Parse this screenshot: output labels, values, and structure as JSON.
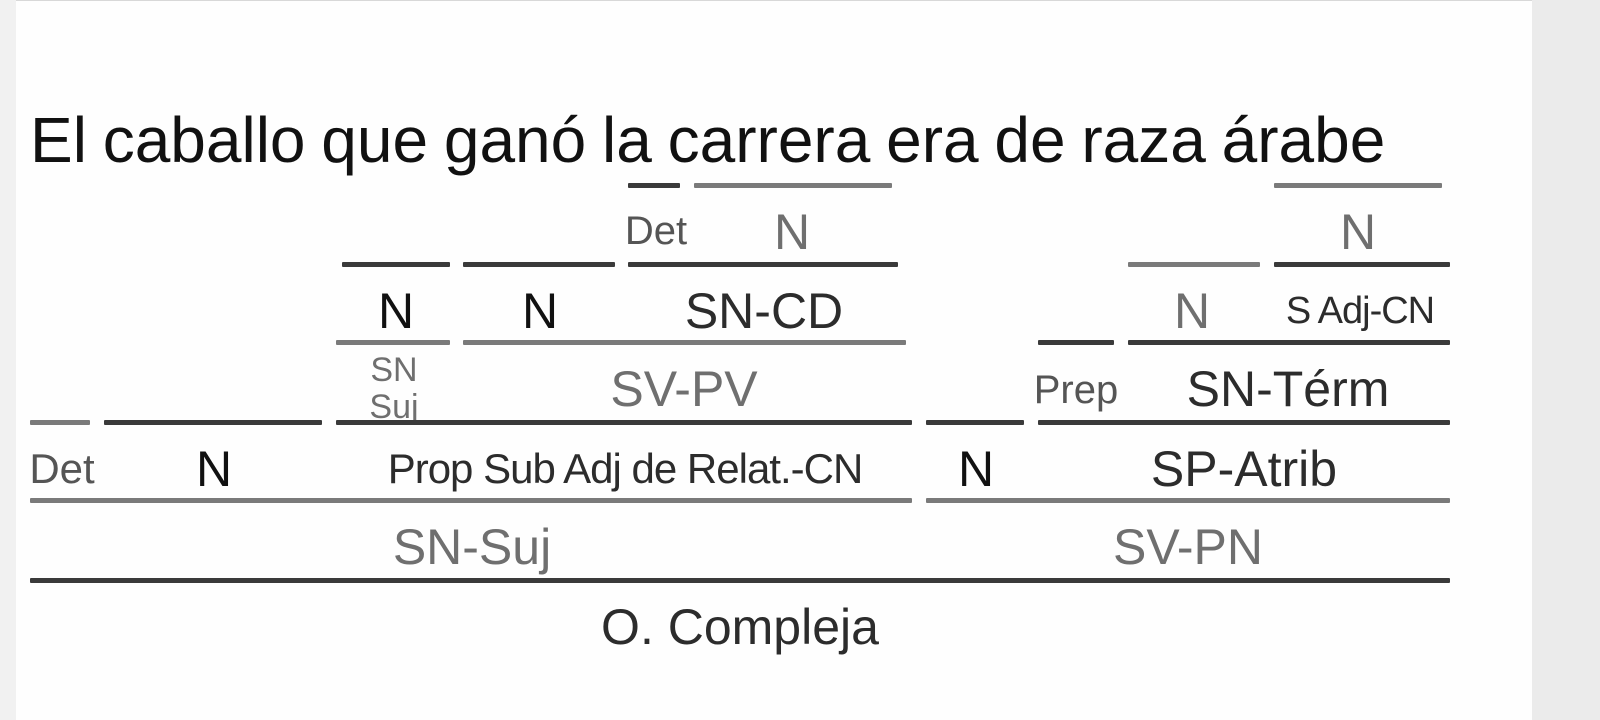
{
  "sentence": "El caballo que ganó la carrera era de raza árabe",
  "labels": {
    "det_la": "Det",
    "n_carrera": "N",
    "n_arabe": "N",
    "n_caballo_rel": "N",
    "n_gano": "N",
    "sn_cd": "SN-CD",
    "n_raza": "N",
    "s_adj_cn": "S Adj-CN",
    "sn_suj_inner_1": "SN",
    "sn_suj_inner_2": "Suj",
    "sv_pv": "SV-PV",
    "prep": "Prep",
    "sn_term": "SN-Térm",
    "det_el": "Det",
    "n_caballo": "N",
    "prop_sub": "Prop Sub Adj de Relat.-CN",
    "n_era": "N",
    "sp_atrib": "SP-Atrib",
    "sn_suj": "SN-Suj",
    "sv_pn": "SV-PN",
    "o_compleja": "O. Compleja"
  },
  "colors": {
    "dark_line": "#3a3a3a",
    "gray_line": "#7a7a7a",
    "text_black": "#111111",
    "text_gray": "#6f6f6f"
  }
}
